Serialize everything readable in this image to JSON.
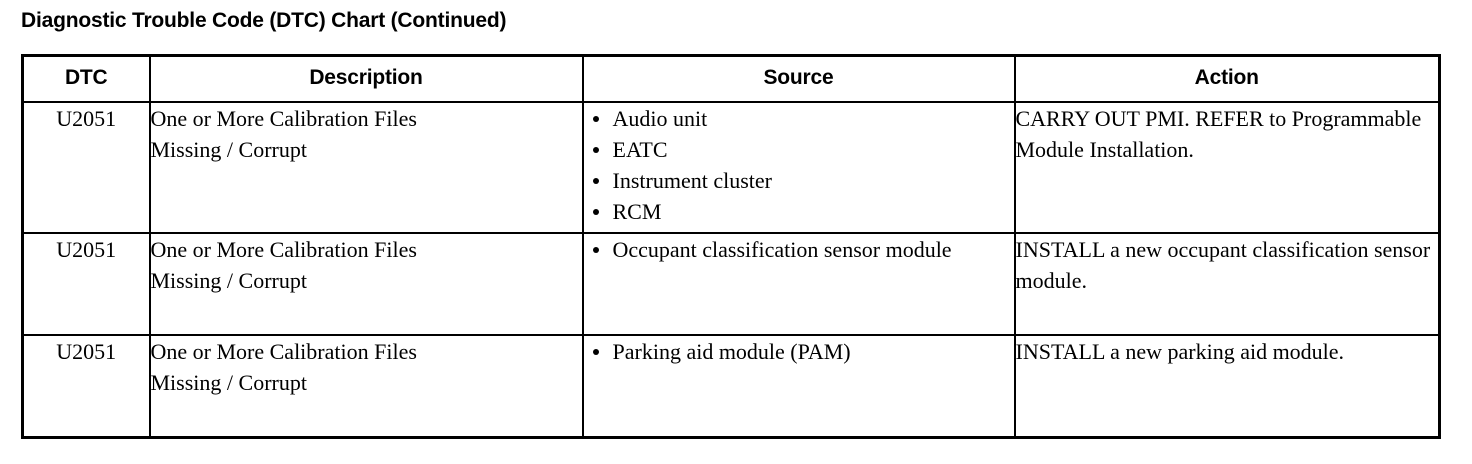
{
  "document": {
    "title": "Diagnostic Trouble Code (DTC) Chart (Continued)"
  },
  "table": {
    "columns": [
      {
        "key": "dtc",
        "label": "DTC"
      },
      {
        "key": "description",
        "label": "Description"
      },
      {
        "key": "source",
        "label": "Source"
      },
      {
        "key": "action",
        "label": "Action"
      }
    ],
    "rows": [
      {
        "dtc": "U2051",
        "description_line1": "One or More Calibration Files",
        "description_line2": "Missing / Corrupt",
        "description": "One or More Calibration Files Missing / Corrupt",
        "source": [
          "Audio unit",
          "EATC",
          "Instrument cluster",
          "RCM"
        ],
        "action": "CARRY OUT PMI. REFER to Programmable Module Installation."
      },
      {
        "dtc": "U2051",
        "description_line1": "One or More Calibration Files",
        "description_line2": "Missing / Corrupt",
        "description": "One or More Calibration Files Missing / Corrupt",
        "source": [
          "Occupant classification sensor module"
        ],
        "action": "INSTALL a new occupant classification sensor module."
      },
      {
        "dtc": "U2051",
        "description_line1": "One or More Calibration Files",
        "description_line2": "Missing / Corrupt",
        "description": "One or More Calibration Files Missing / Corrupt",
        "source": [
          "Parking aid module (PAM)"
        ],
        "action": "INSTALL a new parking aid module."
      }
    ]
  },
  "colors": {
    "text": "#000000",
    "background": "#ffffff",
    "border": "#000000"
  }
}
